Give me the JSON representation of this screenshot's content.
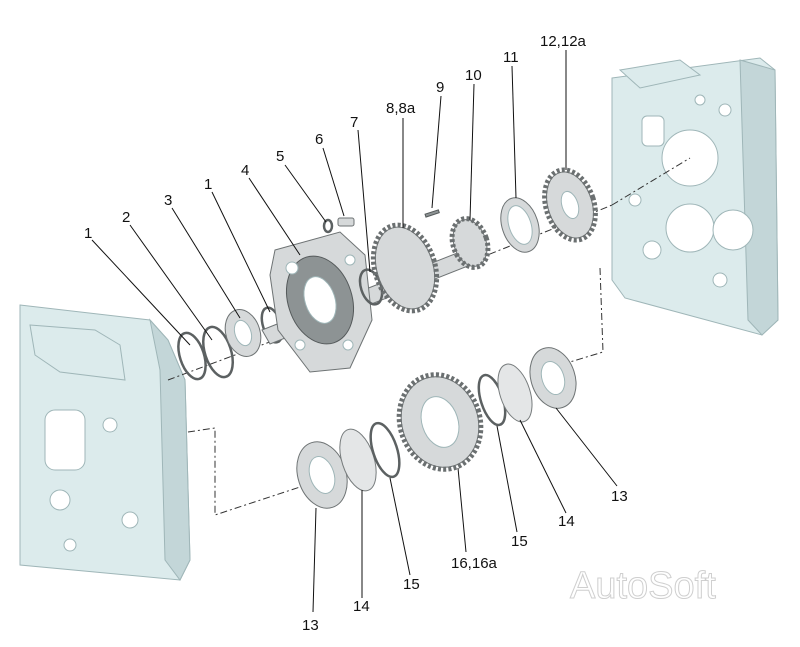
{
  "callouts": [
    {
      "id": "c1a",
      "text": "1"
    },
    {
      "id": "c2",
      "text": "2"
    },
    {
      "id": "c3",
      "text": "3"
    },
    {
      "id": "c1b",
      "text": "1"
    },
    {
      "id": "c4",
      "text": "4"
    },
    {
      "id": "c5",
      "text": "5"
    },
    {
      "id": "c6",
      "text": "6"
    },
    {
      "id": "c7",
      "text": "7"
    },
    {
      "id": "c8",
      "text": "8,8a"
    },
    {
      "id": "c9",
      "text": "9"
    },
    {
      "id": "c10",
      "text": "10"
    },
    {
      "id": "c11",
      "text": "11"
    },
    {
      "id": "c12",
      "text": "12,12a"
    },
    {
      "id": "c13a",
      "text": "13"
    },
    {
      "id": "c14a",
      "text": "14"
    },
    {
      "id": "c15a",
      "text": "15"
    },
    {
      "id": "c16",
      "text": "16,16a"
    },
    {
      "id": "c15b",
      "text": "15"
    },
    {
      "id": "c14b",
      "text": "14"
    },
    {
      "id": "c13b",
      "text": "13"
    }
  ],
  "watermark": "AutoSoft",
  "colors": {
    "housing": "#dcebec",
    "metal": "#d6d9da",
    "text": "#111111",
    "watermark": "#cfcfcf"
  }
}
